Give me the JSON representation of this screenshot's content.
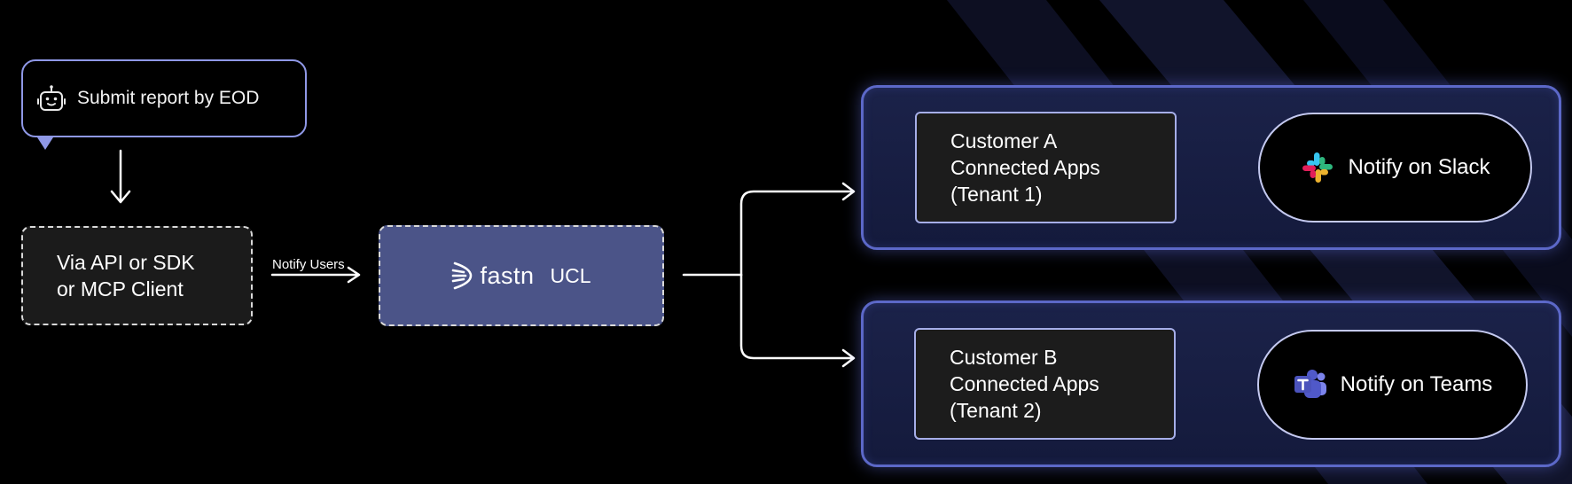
{
  "prompt": {
    "text": "Submit report by EOD",
    "icon": "robot-icon"
  },
  "client": {
    "line1": "Via API or SDK",
    "line2": "or MCP Client"
  },
  "edge_label": "Notify Users",
  "platform": {
    "brand": "fastn",
    "suffix": "UCL"
  },
  "tenants": [
    {
      "line1": "Customer A",
      "line2": "Connected Apps",
      "line3": "(Tenant 1)",
      "notify": "Notify on Slack",
      "notify_icon": "slack-icon"
    },
    {
      "line1": "Customer B",
      "line2": "Connected Apps",
      "line3": "(Tenant 2)",
      "notify": "Notify on Teams",
      "notify_icon": "teams-icon"
    }
  ],
  "colors": {
    "background": "#000000",
    "accent_border": "#5c68c8",
    "platform_fill": "#4b5488",
    "panel_fill": "#1b2249"
  }
}
